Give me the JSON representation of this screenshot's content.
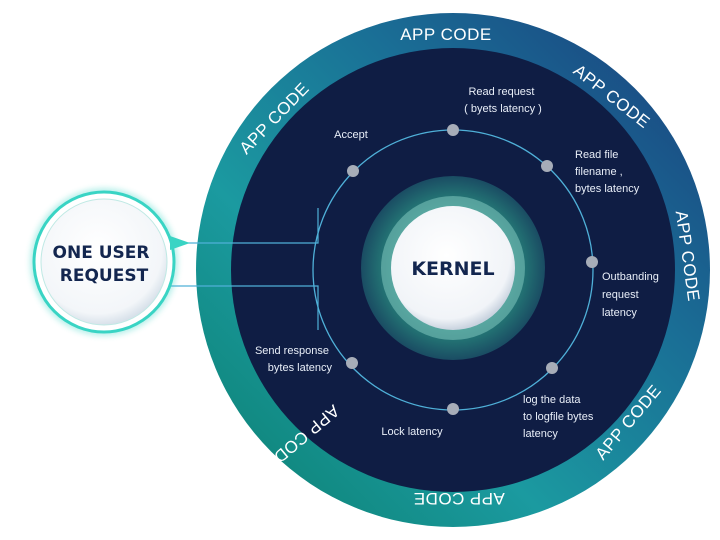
{
  "diagram": {
    "outer_ring": {
      "labels": [
        "APP CODE",
        "APP CODE",
        "APP CODE",
        "APP CODE",
        "APP CODE",
        "APP CODE",
        "APP CODE"
      ]
    },
    "core": {
      "label": "KERNEL"
    },
    "request_bubble": {
      "line1": "ONE USER",
      "line2": "REQUEST"
    },
    "steps": [
      {
        "lines": [
          "Read request",
          "( byets latency )"
        ]
      },
      {
        "lines": [
          "Read file",
          "filename ,",
          "bytes latency"
        ]
      },
      {
        "lines": [
          "Outbanding",
          "request",
          "latency"
        ]
      },
      {
        "lines": [
          "log the data",
          "to logfile bytes",
          "latency"
        ]
      },
      {
        "lines": [
          "Lock latency"
        ]
      },
      {
        "lines": [
          "Send response",
          "bytes latency"
        ]
      },
      {
        "lines": [
          "Accept"
        ]
      }
    ],
    "colors": {
      "ring_gradient": [
        "#1a3a7a",
        "#1a6f96",
        "#1aa5a0",
        "#0b8a78"
      ],
      "inner_disc": "#0f1d44",
      "orbit_line": "#4fb0d8",
      "step_dot": "#a7adb8",
      "hub_glow": "#2e8f86",
      "bubble_border": "#39d4c4"
    }
  }
}
